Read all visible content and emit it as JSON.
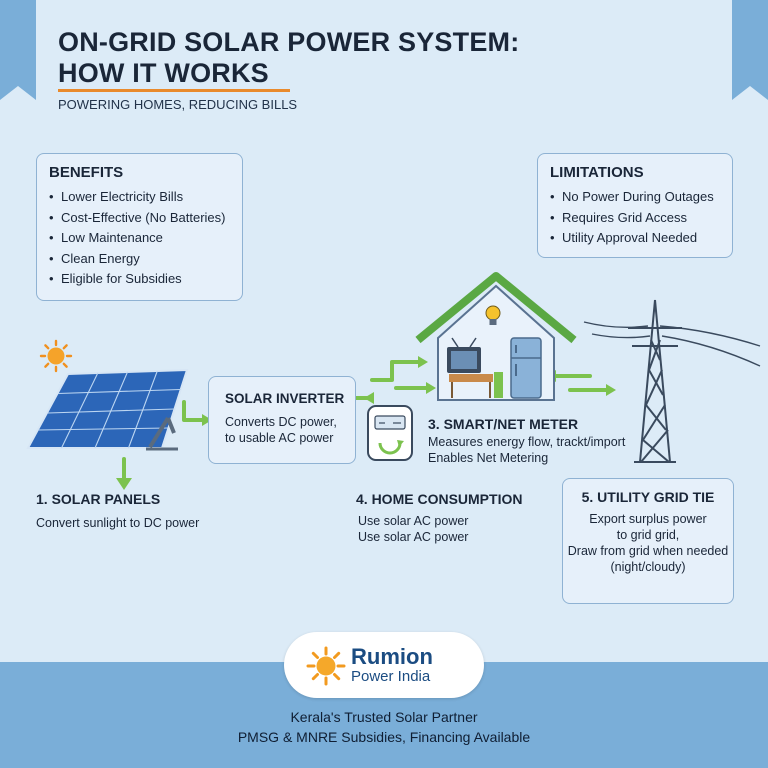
{
  "header": {
    "title_line1": "ON-GRID SOLAR POWER SYSTEM:",
    "title_line2": "HOW IT WORKS",
    "subtitle": "POWERING HOMES, REDUCING BILLS"
  },
  "benefits": {
    "title": "BENEFITS",
    "items": [
      "Lower Electricity Bills",
      "Cost-Effective (No Batteries)",
      "Low Maintenance",
      "Clean Energy",
      "Eligible for Subsidies"
    ]
  },
  "limitations": {
    "title": "LIMITATIONS",
    "items": [
      "No Power During Outages",
      "Requires Grid Access",
      "Utility Approval Needed"
    ]
  },
  "steps": {
    "panels": {
      "label": "1. SOLAR PANELS",
      "desc": "Convert sunlight to DC power"
    },
    "inverter": {
      "label": "SOLAR INVERTER",
      "desc_line1": "Converts DC power,",
      "desc_line2": "to usable AC power"
    },
    "meter": {
      "label": "3. SMART/NET METER",
      "desc_line1": "Measures energy flow, trackt/import",
      "desc_line2": "Enables Net Metering"
    },
    "home": {
      "label": "4. HOME CONSUMPTION",
      "desc_line1": "Use solar AC power",
      "desc_line2": "Use solar AC power"
    },
    "grid": {
      "label": "5. UTILITY GRID TIE",
      "desc_line1": "Export surplus power",
      "desc_line2": "to grid grid,",
      "desc_line3": "Draw from grid when needed",
      "desc_line4": "(night/cloudy)"
    }
  },
  "brand": {
    "name": "Rumion",
    "sub": "Power India"
  },
  "footer": {
    "line1": "Kerala's Trusted Solar Partner",
    "line2": "PMSG & MNRE Subsidies, Financing Available"
  },
  "colors": {
    "accent_orange": "#e98a2c",
    "arrow_green": "#7cc24e",
    "panel_blue": "#2c66b8",
    "band_blue": "#7aaed8",
    "brand_navy": "#1b4c82"
  }
}
